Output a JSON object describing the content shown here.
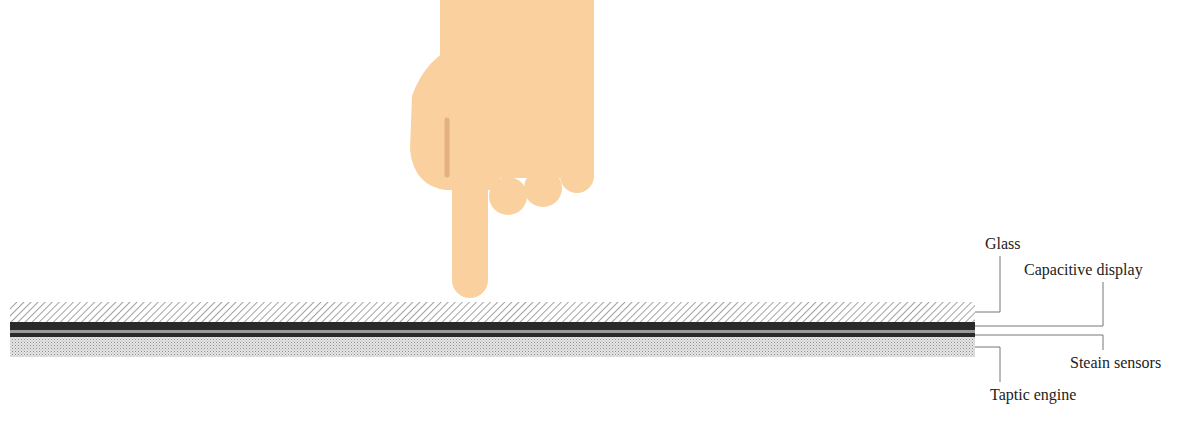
{
  "diagram": {
    "labels": [
      "Glass",
      "Capacitive display",
      "Steain sensors",
      "Taptic engine"
    ]
  }
}
